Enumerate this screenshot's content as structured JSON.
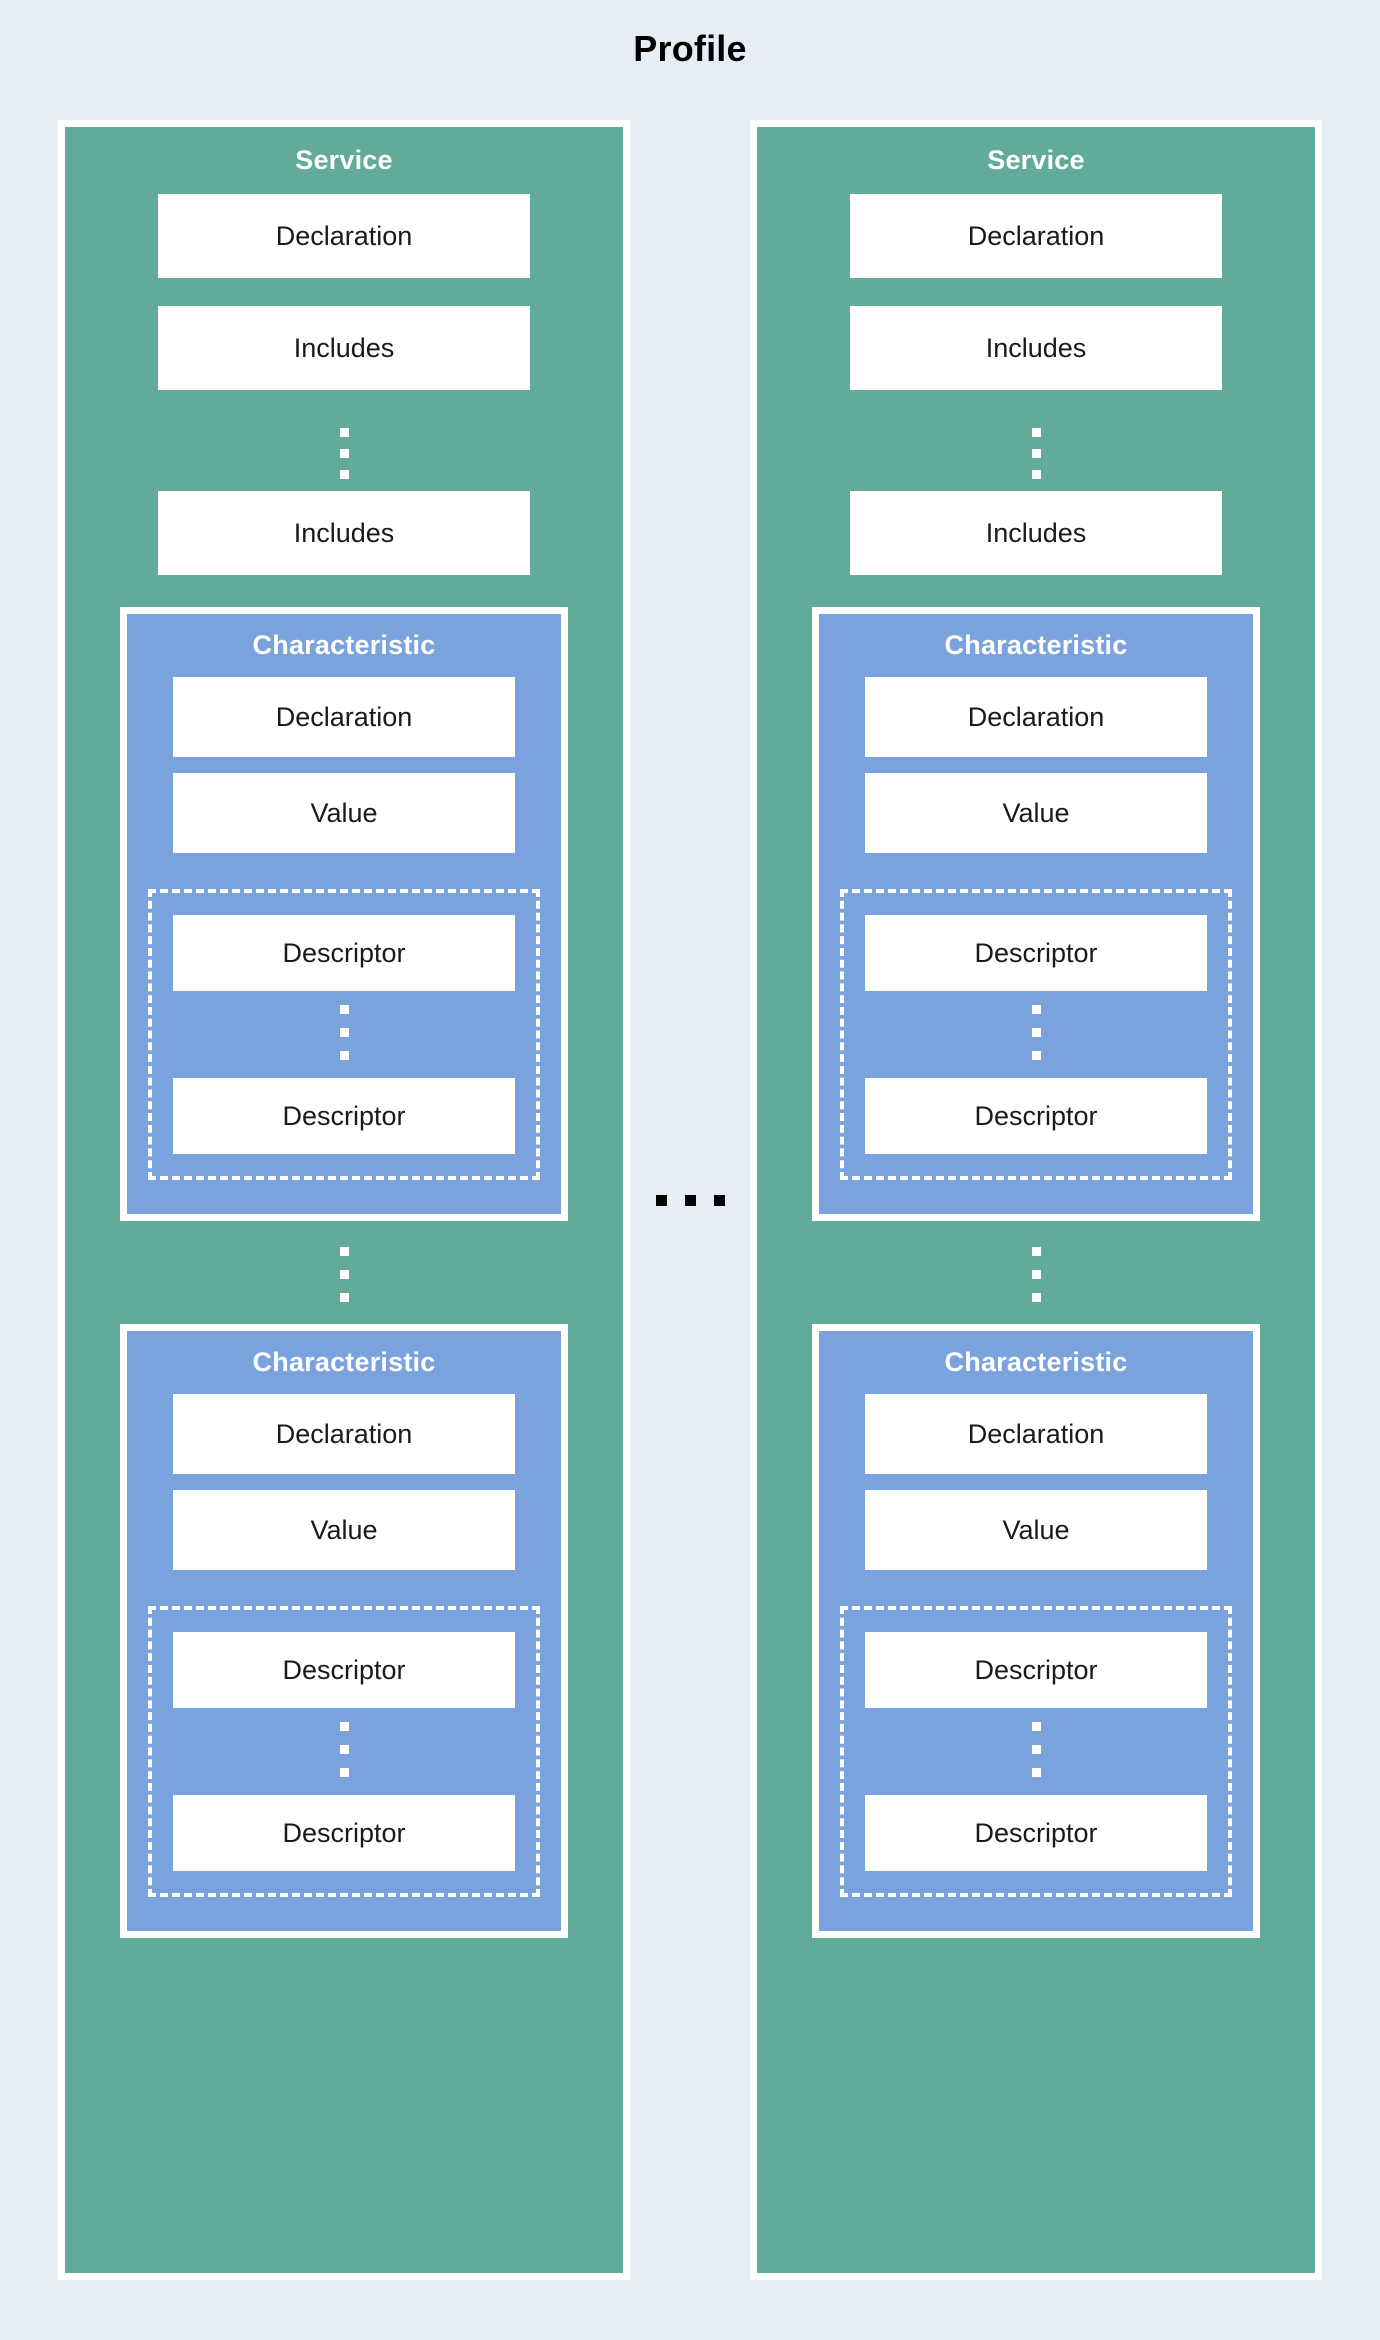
{
  "page": {
    "title": "Profile",
    "background_color": "#e7edf5"
  },
  "colors": {
    "service": "#62ab9b",
    "characteristic": "#7aa3de",
    "leaf": "#ffffff",
    "border": "#ffffff",
    "title_text": "#000000",
    "group_title_text": "#ffffff",
    "leaf_text": "#1a1a1a",
    "ellipsis_dark": "#000000"
  },
  "icons": {
    "vertical-ellipsis-icon": "vertical-ellipsis",
    "horizontal-ellipsis-icon": "horizontal-ellipsis"
  },
  "services": [
    {
      "title": "Service",
      "leaves": [
        {
          "label": "Declaration"
        },
        {
          "label": "Includes"
        },
        {
          "label": "Includes"
        }
      ],
      "characteristics": [
        {
          "title": "Characteristic",
          "declaration": "Declaration",
          "value": "Value",
          "descriptors": [
            {
              "label": "Descriptor"
            },
            {
              "label": "Descriptor"
            }
          ]
        },
        {
          "title": "Characteristic",
          "declaration": "Declaration",
          "value": "Value",
          "descriptors": [
            {
              "label": "Descriptor"
            },
            {
              "label": "Descriptor"
            }
          ]
        }
      ]
    },
    {
      "title": "Service",
      "leaves": [
        {
          "label": "Declaration"
        },
        {
          "label": "Includes"
        },
        {
          "label": "Includes"
        }
      ],
      "characteristics": [
        {
          "title": "Characteristic",
          "declaration": "Declaration",
          "value": "Value",
          "descriptors": [
            {
              "label": "Descriptor"
            },
            {
              "label": "Descriptor"
            }
          ]
        },
        {
          "title": "Characteristic",
          "declaration": "Declaration",
          "value": "Value",
          "descriptors": [
            {
              "label": "Descriptor"
            },
            {
              "label": "Descriptor"
            }
          ]
        }
      ]
    }
  ]
}
